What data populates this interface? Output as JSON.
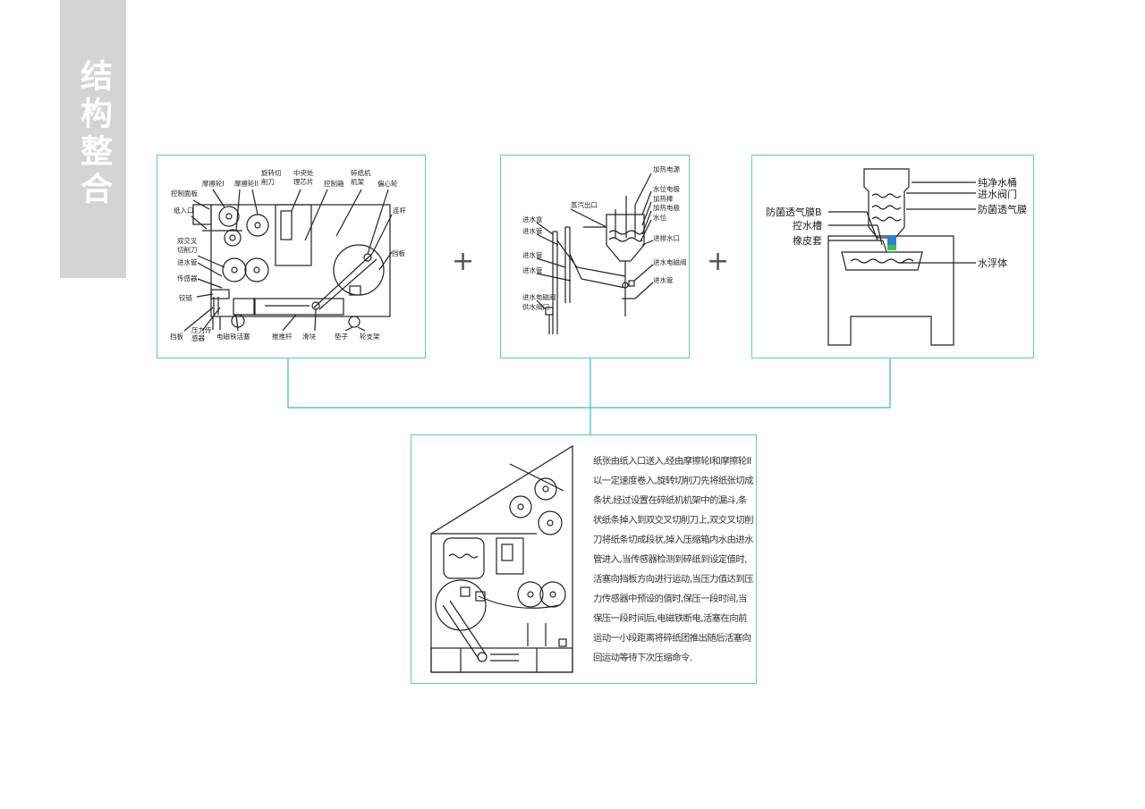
{
  "side_title": "结构整合",
  "plus_sign": "+",
  "panel1": {
    "labels": {
      "control_panel": "控制面板",
      "paper_inlet": "纸入口",
      "friction_wheel_1": "摩擦轮I",
      "friction_wheel_2": "摩擦轮II",
      "rotary_cutter_a": "旋转切",
      "rotary_cutter_b": "削刀",
      "center_a": "中央处",
      "center_b": "理芯片",
      "control_box": "控制箱",
      "frame_a": "碎纸机",
      "frame_b": "机架",
      "eccentric_wheel": "偏心轮",
      "connecting_rod": "连杆",
      "cross_cutter_a": "双交叉",
      "cross_cutter_b": "切削刀",
      "water_pipe": "进水管",
      "sensor": "传感器",
      "hinge": "铰链",
      "baffle": "挡板",
      "pressure_a": "压力传",
      "pressure_b": "感器",
      "electromagnetic": "电磁铁活塞",
      "push_rod": "推推杆",
      "slide_block": "滑块",
      "pad": "垫子",
      "bracket": "轮支架",
      "plate": "挡板"
    }
  },
  "panel2": {
    "labels": {
      "heating_electrode": "加热电源",
      "water_level_electrode": "水位电极",
      "steam_outlet": "蒸汽出口",
      "heating_tube": "加热棒",
      "heating_electrode_2": "加热电极",
      "water_level": "水位",
      "water_box": "进水盒",
      "water_pipe_1": "进水管",
      "drain_outlet": "进排水口",
      "water_pipe_2": "进水管",
      "water_pipe_3": "进水管",
      "solenoid_valve": "进水电磁阀",
      "water_pipe_4": "进水管",
      "solenoid_valve_2": "进水电磁阀",
      "water_valve": "供水阀门"
    }
  },
  "panel3": {
    "labels": {
      "pure_water_bucket": "纯净水桶",
      "inlet_valve": "进水阀门",
      "antibacterial_membrane": "防菌透气膜",
      "antibacterial_membrane_b": "防菌透气膜B",
      "control_tank": "控水槽",
      "rubber_sleeve": "橡皮套",
      "float": "水浮体"
    },
    "colors": {
      "valve_blue": "#2a7fd4",
      "valve_green": "#3fbf4a"
    }
  },
  "panel4": {
    "description": "纸张由纸入口送入,经由摩擦轮I和摩擦轮II以一定速度卷入,旋转切削刀先将纸张切成条状,经过设置在碎纸机机架中的漏斗,条状纸条掉入到双交叉切削刀上,双交叉切削刀将纸条切成段状,掉入压缩箱内水由进水管进入,当传感器检测到碎纸到设定值时,活塞向挡板方向进行运动,当压力值达到压力传感器中预设的值时,保压一段时间,当保压一段时间后,电磁铁断电,活塞在向前运动一小段距离将碎纸团推出随后活塞向回运动等待下次压缩命令."
  },
  "colors": {
    "frame": "#5cc6d3",
    "side_tab": "#d4d4d4",
    "line": "#222222"
  }
}
